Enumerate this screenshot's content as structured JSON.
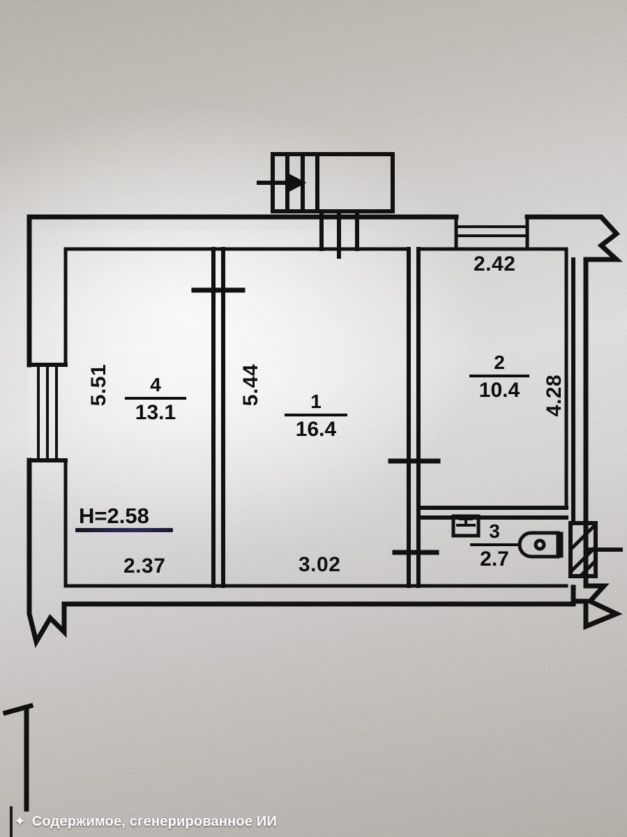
{
  "document": {
    "type": "apartment-floor-plan",
    "ceiling_height_label": "H=2.58"
  },
  "rooms": [
    {
      "number": "1",
      "area": "16.4",
      "name_hint": "living-room",
      "width": "3.02",
      "height": "5.44"
    },
    {
      "number": "2",
      "area": "10.4",
      "name_hint": "bedroom",
      "width": "2.42",
      "height": "4.28"
    },
    {
      "number": "3",
      "area": "2.7",
      "name_hint": "bathroom",
      "width": "",
      "height": ""
    },
    {
      "number": "4",
      "area": "13.1",
      "name_hint": "room",
      "width": "2.37",
      "height": "5.51"
    }
  ],
  "dimensions": {
    "left_vertical": "5.51",
    "mid_vertical": "5.44",
    "right_vertical": "4.28",
    "room2_top": "2.42",
    "room4_bottom": "2.37",
    "room1_bottom": "3.02"
  },
  "caption": {
    "sparkle_icon": "sparkle-icon",
    "text": "Содержимое, сгенерированное ИИ"
  },
  "colors": {
    "ink": "#0d0d0d",
    "paper_light": "#e3e2e3",
    "paper_dark": "#b6b2ac",
    "highlight_underline": "#2a2a55",
    "caption_text": "#ffffff"
  }
}
